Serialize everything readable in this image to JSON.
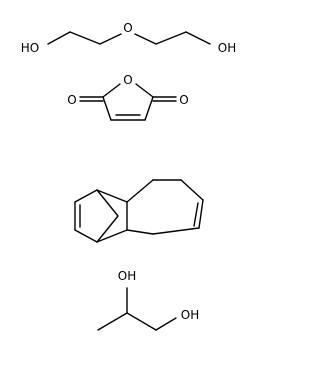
{
  "molecules": [
    {
      "id": "diethylene-glycol",
      "atom_labels": {
        "left_oh": "HO",
        "ether_o": "O",
        "right_oh": "OH"
      }
    },
    {
      "id": "maleic-anhydride",
      "atom_labels": {
        "ring_o": "O",
        "left_carbonyl_o": "O",
        "right_carbonyl_o": "O"
      }
    },
    {
      "id": "dicyclopentadiene",
      "atom_labels": {}
    },
    {
      "id": "propylene-glycol",
      "atom_labels": {
        "top_oh": "OH",
        "right_oh": "OH"
      }
    }
  ],
  "colors": {
    "bond": "#000000",
    "background": "#ffffff"
  }
}
